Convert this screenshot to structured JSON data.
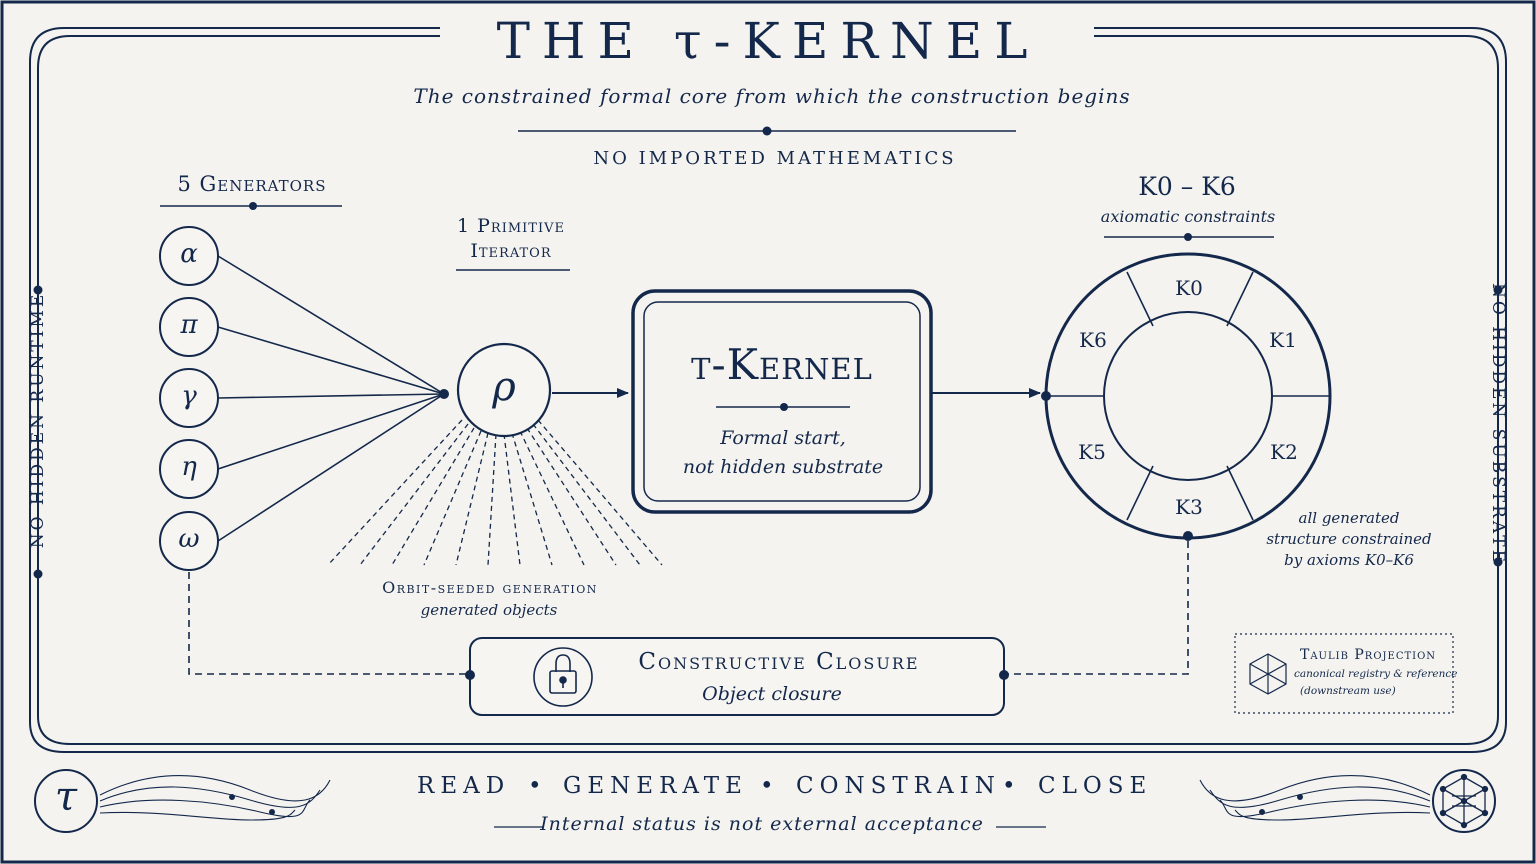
{
  "header": {
    "title": "THE τ-KERNEL",
    "subtitle": "The constrained formal core from which the construction begins",
    "tagline": "NO IMPORTED MATHEMATICS"
  },
  "side_labels": {
    "left": "NO HIDDEN RUNTIME",
    "right": "NO HIDDEN SUBSTRATE"
  },
  "generators": {
    "heading": "5 Generators",
    "symbols": [
      "α",
      "π",
      "γ",
      "η",
      "ω"
    ]
  },
  "iterator": {
    "heading_line1": "1 Primitive",
    "heading_line2": "Iterator",
    "symbol": "ρ"
  },
  "orbit": {
    "title": "Orbit-seeded generation",
    "subtitle": "generated objects"
  },
  "kernel": {
    "title": "τ-Kernel",
    "line1": "Formal start,",
    "line2": "not hidden substrate"
  },
  "constraints": {
    "heading": "K0 – K6",
    "subheading": "axiomatic constraints",
    "ring_labels": [
      "K0",
      "K1",
      "K2",
      "K3",
      "K5",
      "K6"
    ],
    "note_line1": "all generated",
    "note_line2": "structure constrained",
    "note_line3": "by axioms K0–K6"
  },
  "closure": {
    "title": "Constructive Closure",
    "subtitle": "Object closure",
    "icon": "lock-icon"
  },
  "taulib": {
    "title": "Taulib Projection",
    "line1": "canonical registry & reference",
    "line2": "(downstream use)",
    "icon": "hexagon-cube-icon"
  },
  "footer": {
    "steps": [
      "READ",
      "GENERATE",
      "CONSTRAIN",
      "CLOSE"
    ],
    "separator": "•",
    "note": "Internal status is not external acceptance",
    "logo_symbol": "τ"
  },
  "colors": {
    "ink": "#14284b",
    "background": "#f4f3ef"
  }
}
